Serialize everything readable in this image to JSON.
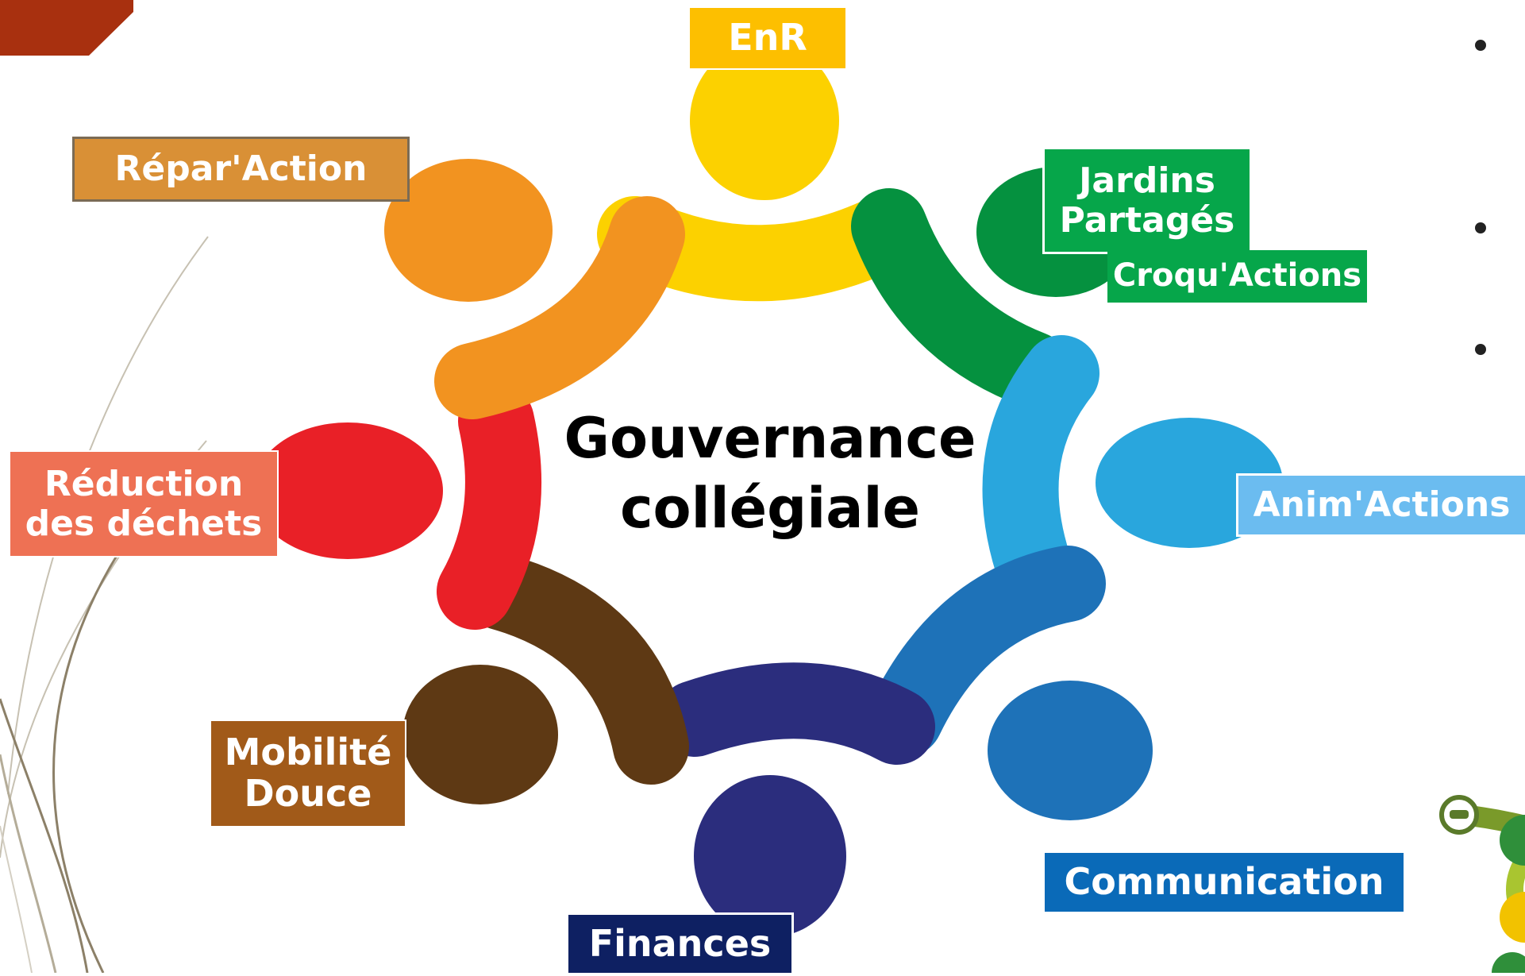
{
  "diagram": {
    "center_title": [
      "Gouvernance",
      "collégiale"
    ],
    "groups": {
      "enr": {
        "lines": [
          "EnR"
        ],
        "color": "#FDBF00",
        "figure_color": "#FCD100"
      },
      "repar_action": {
        "lines": [
          "Répar'Action"
        ],
        "color": "#D99036",
        "figure_color": "#F29320"
      },
      "jardins_partages": {
        "lines": [
          "Jardins",
          "Partagés"
        ],
        "color": "#06A64A",
        "figure_color": "#05913F"
      },
      "croqu_actions": {
        "lines": [
          "Croqu'Actions"
        ],
        "color": "#06A64A"
      },
      "reduction_dechets": {
        "lines": [
          "Réduction",
          "des déchets"
        ],
        "color": "#EE7154",
        "figure_color": "#E92027"
      },
      "anim_actions": {
        "lines": [
          "Anim'Actions"
        ],
        "color": "#6BBCF0",
        "figure_color": "#29A6DD"
      },
      "mobilite_douce": {
        "lines": [
          "Mobilité",
          "Douce"
        ],
        "color": "#A15A19",
        "figure_color": "#5E3914"
      },
      "communication": {
        "lines": [
          "Communication"
        ],
        "color": "#0A6AB8",
        "figure_color": "#1E72B8"
      },
      "finances": {
        "lines": [
          "Finances"
        ],
        "color": "#0E2062",
        "figure_color": "#2B2D7D"
      }
    },
    "accent_color": "#A8300F",
    "decor_line_color": "#8C8068"
  }
}
